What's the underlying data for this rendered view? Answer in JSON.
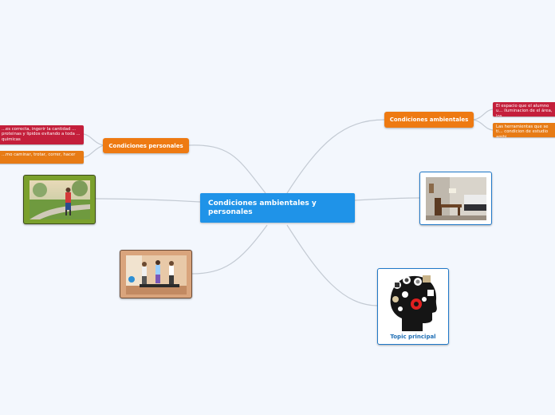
{
  "central": {
    "title": "Condiciones ambientales y personales"
  },
  "branches": {
    "personales": {
      "label": "Condiciones personales",
      "leaves": [
        {
          "text": "...es correcta, ingerir la cantidad ... proteinas y lipidos evitando a toda ... quimicas",
          "color": "#c41f3b"
        },
        {
          "text": "...mo caminar, trotar, correr, hacer",
          "color": "#e77b15"
        }
      ]
    },
    "ambientales": {
      "label": "Condiciones ambientales",
      "leaves": [
        {
          "text": "El espacio que el alumno u... iluminacion de el área, los...",
          "color": "#c41f3b"
        },
        {
          "text": "Las herramientas que se ti... condicion de estudio ambi...",
          "color": "#e77b15"
        }
      ]
    }
  },
  "topic": {
    "label": "Topic principal"
  },
  "colors": {
    "central": "#1f93e8",
    "branch": "#ee7a12",
    "leaf_red": "#c41f3b",
    "leaf_orange": "#e77b15",
    "link": "#c3cad3",
    "background": "#f3f7fd"
  }
}
